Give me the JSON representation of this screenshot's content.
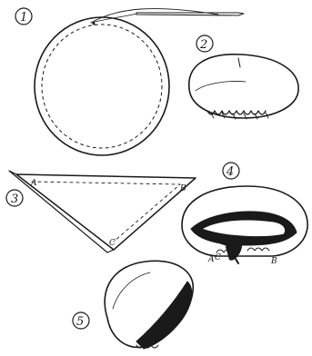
{
  "figures": [
    {
      "number": "1",
      "description": "circle with needle and thread"
    },
    {
      "number": "2",
      "description": "gathered cap"
    },
    {
      "number": "3",
      "description": "folded triangle"
    },
    {
      "number": "4",
      "description": "cap with tie"
    },
    {
      "number": "5",
      "description": "cap tilted"
    }
  ],
  "labels": {
    "a_top": "A",
    "b_top": "B",
    "c": "C",
    "a_bottom": "A",
    "c_bottom": "C",
    "b_bottom": "B"
  },
  "colors": {
    "ink": "#1a1a1a",
    "paper": "#ffffff"
  }
}
